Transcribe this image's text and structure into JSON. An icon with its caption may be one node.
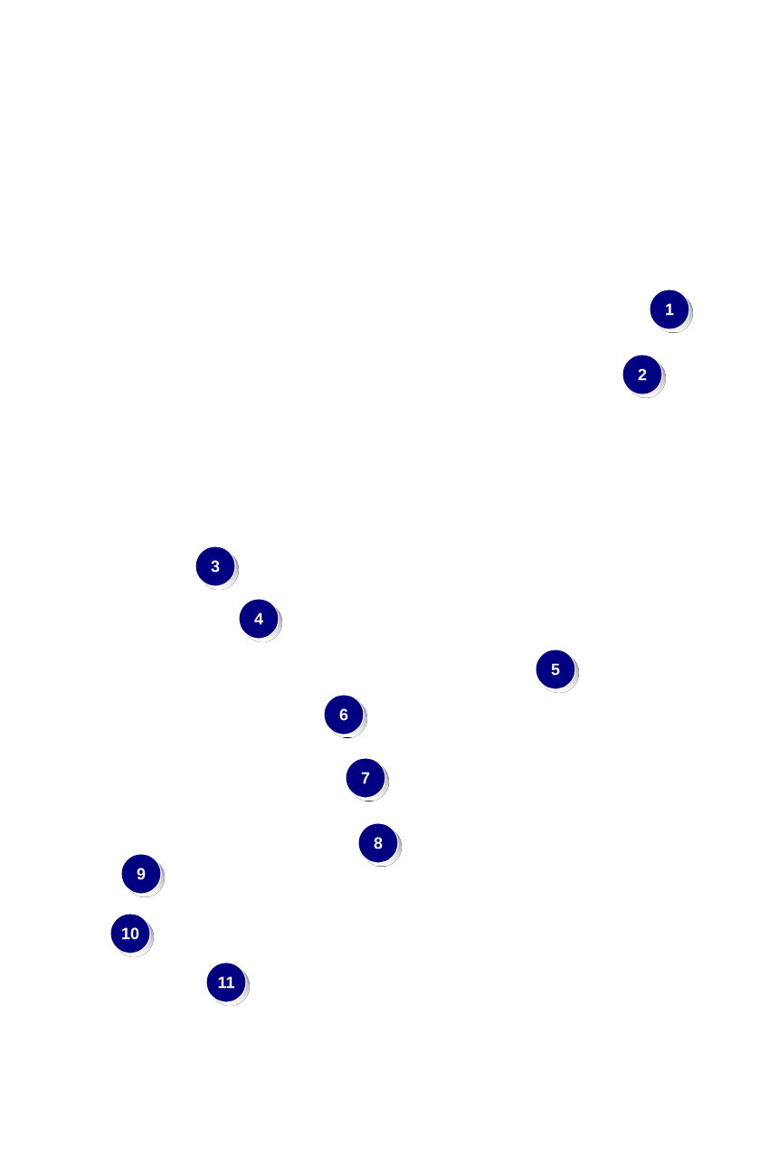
{
  "diagram": {
    "labels": [
      "1",
      "2",
      "3",
      "4",
      "5",
      "6",
      "7",
      "8",
      "9",
      "10",
      "11"
    ]
  }
}
